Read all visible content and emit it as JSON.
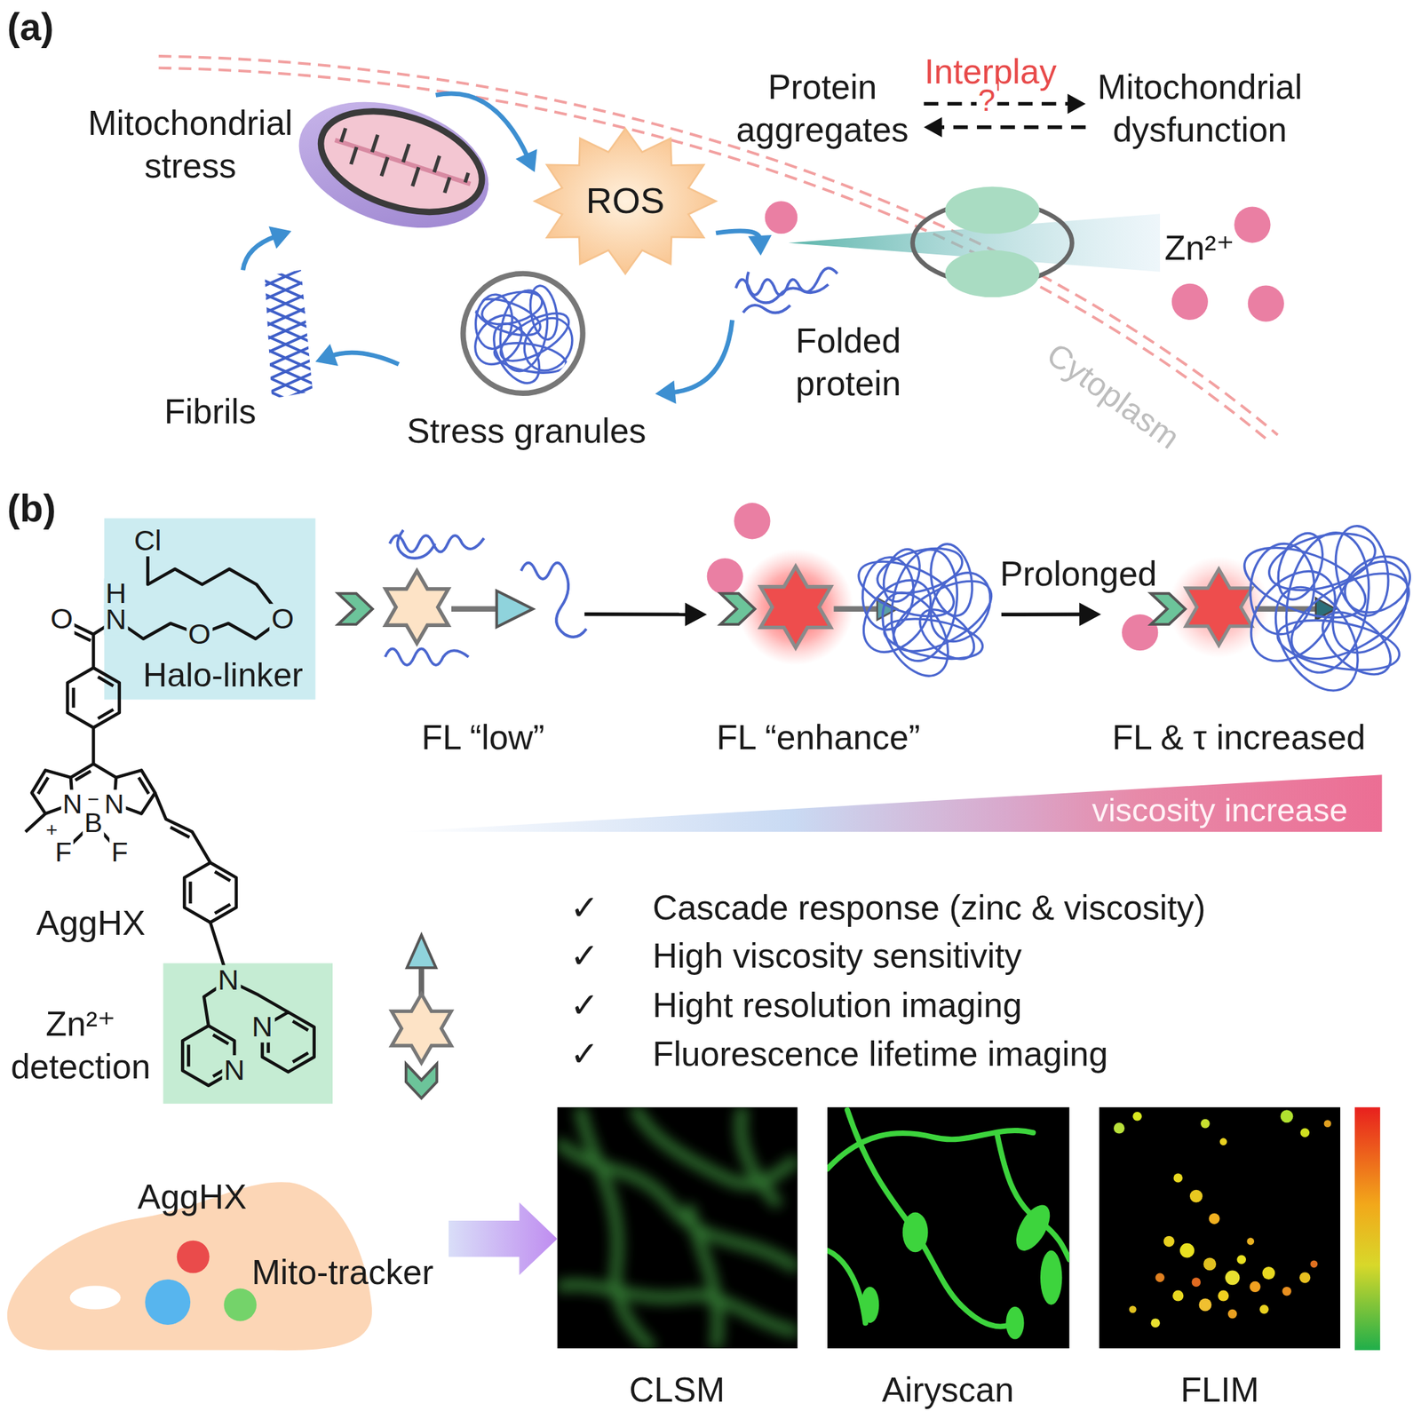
{
  "diagram": {
    "nodes": [
      {
        "text": [
          "Mitochondrial stress"
        ]
      },
      {
        "text": [
          "ROS"
        ]
      },
      {
        "text": [
          "Protein aggregates"
        ]
      },
      {
        "text": [
          "Mitochondrial dysfunction"
        ]
      },
      {
        "text": [
          "Folded protein"
        ]
      },
      {
        "text": [
          "Stress granules"
        ]
      },
      {
        "text": [
          "Fibrils"
        ]
      },
      {
        "text": [
          "Cl",
          "H",
          "N",
          "O",
          "O",
          "Halo-linker"
        ]
      },
      {
        "text": [
          "FL “low”"
        ]
      },
      {
        "text": [
          "FL “enhance”"
        ]
      },
      {
        "text": [
          "FL & τ increased"
        ]
      },
      {
        "text": [
          "Zn²⁺ detection",
          "N",
          "N",
          "N"
        ]
      },
      {
        "text": [
          "AggHX",
          "Mito-tracker"
        ]
      },
      {
        "text": [
          "CLSM"
        ]
      },
      {
        "text": [
          "Airyscan"
        ]
      },
      {
        "text": [
          "FLIM"
        ]
      }
    ],
    "edges": [
      {
        "from": 0,
        "to": 1,
        "arrow": "to"
      },
      {
        "from": 1,
        "to": 4,
        "arrow": "to"
      },
      {
        "from": 4,
        "to": 5,
        "arrow": "to"
      },
      {
        "from": 5,
        "to": 6,
        "arrow": "to"
      },
      {
        "from": 6,
        "to": 0,
        "arrow": "to"
      },
      {
        "from": 2,
        "to": 3,
        "arrow": "to",
        "label": "?"
      },
      {
        "from": 3,
        "to": 2,
        "arrow": "to"
      },
      {
        "from": 8,
        "to": 9,
        "arrow": "to"
      },
      {
        "from": 9,
        "to": 10,
        "arrow": "to",
        "label": "Prolonged"
      },
      {
        "from": 12,
        "to": 13,
        "arrow": "to"
      }
    ],
    "labels": [
      "(a)",
      "Interplay",
      "Zn²⁺",
      "Cytoplasm",
      "(b)",
      "O",
      "AggHX",
      "N",
      "−",
      "B",
      "N",
      "+",
      "F",
      "F",
      "viscosity increase",
      "✓",
      "Cascade response (zinc & viscosity)",
      "✓",
      "High viscosity sensitivity",
      "✓",
      "Hight resolution imaging",
      "✓",
      "Fluorescence lifetime imaging"
    ]
  }
}
